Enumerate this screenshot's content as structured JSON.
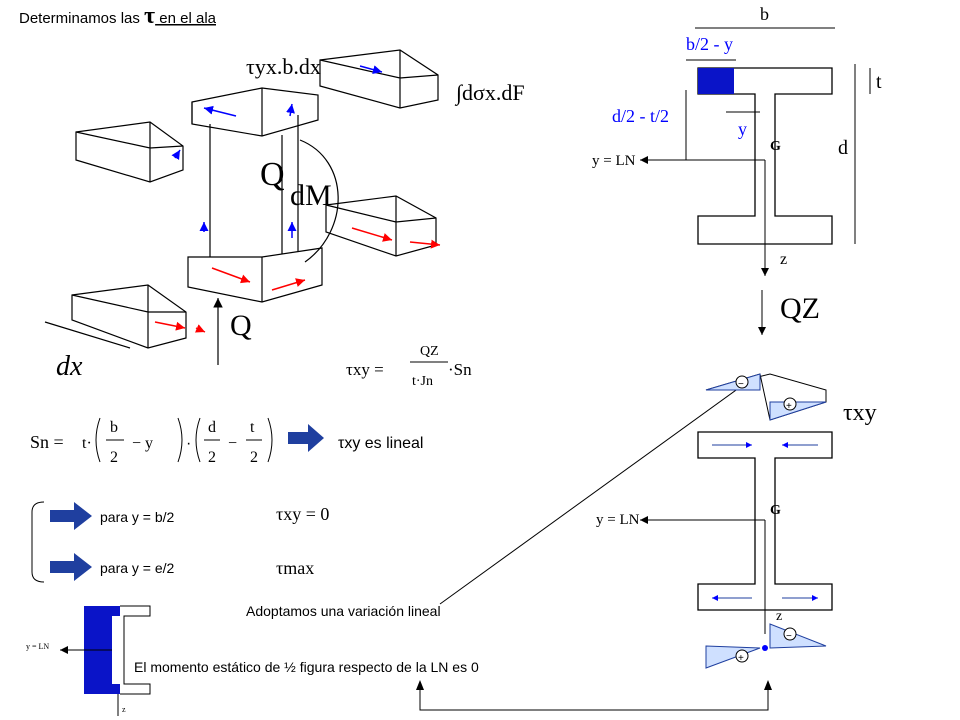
{
  "title": {
    "prefix": "Determinamos las ",
    "symbol": "τ",
    "suffix": " en el ala"
  },
  "left_figure": {
    "shear_force_label": "τyx.b.dx",
    "integral_label": "∫dσx.dF",
    "q_top": "Q",
    "dm": "dM",
    "q_bottom": "Q",
    "dx": "dx"
  },
  "formula_tau": {
    "lhs": "τxy =",
    "num": "QZ",
    "den": "t·Jn",
    "rhs": "·Sn"
  },
  "formula_sn": {
    "lhs": "Sn =",
    "t": "t·",
    "b": "b",
    "two_a": "2",
    "y": "− y",
    "d": "d",
    "two_b": "2",
    "t2": "t",
    "two_c": "2",
    "minus": "−"
  },
  "tau_lineal": "τxy es lineal",
  "cases": [
    {
      "label": "para y = b/2",
      "result": "τxy = 0"
    },
    {
      "label": "para y = e/2",
      "result": "τmax"
    }
  ],
  "adoptamos": "Adoptamos una variación lineal",
  "momento": "El momento estático de ½ figura respecto de la LN es 0",
  "small_section": {
    "ln": "y = LN",
    "z": "z"
  },
  "right_section": {
    "b": "b",
    "b2y": "b/2 - y",
    "d2t2": "d/2 - t/2",
    "y": "y",
    "t": "t",
    "d": "d",
    "g": "G",
    "ln": "y = LN",
    "z": "z",
    "qz": "QZ"
  },
  "distribution": {
    "tau": "τxy",
    "g": "G",
    "ln": "y = LN",
    "z": "z",
    "minus": "−",
    "plus": "+"
  },
  "colors": {
    "blue": "#0000ff",
    "red": "#ff0000",
    "navy": "#1f3f9f",
    "fill_blue": "#0a14c8"
  }
}
